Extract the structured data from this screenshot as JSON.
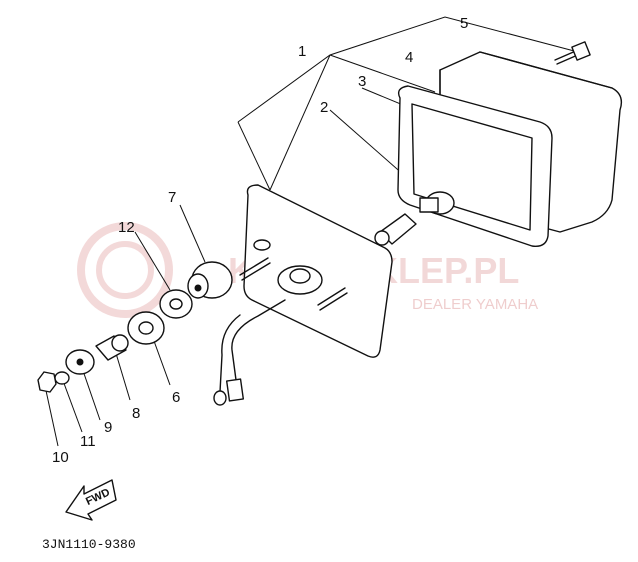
{
  "callouts": [
    "1",
    "2",
    "3",
    "4",
    "5",
    "6",
    "7",
    "8",
    "9",
    "10",
    "11",
    "12"
  ],
  "part_number": "3JN1110-9380",
  "direction_label": "FWD",
  "watermark": {
    "brand": "KAMA-SKLEP.PL",
    "tagline": "DEALER YAMAHA",
    "color": "#e9b9b9"
  }
}
